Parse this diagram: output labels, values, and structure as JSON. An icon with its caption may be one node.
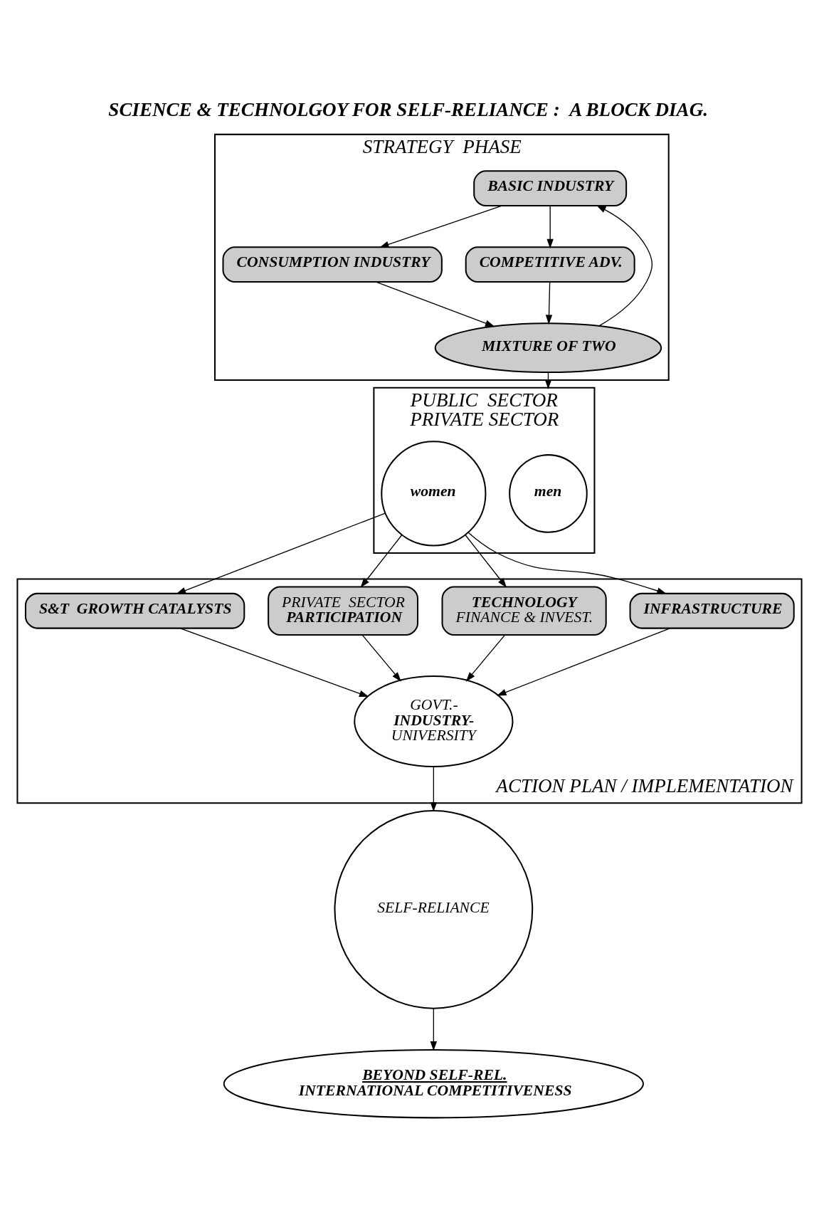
{
  "diagram": {
    "title": "SCIENCE & TECHNOLGOY FOR SELF-RELIANCE :  A BLOCK DIAG.",
    "nodes": [
      {
        "text": [
          "STRATEGY  PHASE"
        ]
      },
      {
        "text": [
          "BASIC INDUSTRY"
        ],
        "in": 0
      },
      {
        "text": [
          "CONSUMPTION INDUSTRY"
        ],
        "in": 0
      },
      {
        "text": [
          "COMPETITIVE ADV."
        ],
        "in": 0
      },
      {
        "text": [
          "MIXTURE OF TWO"
        ],
        "in": 0
      },
      {
        "text": [
          "PUBLIC  SECTOR",
          "PRIVATE SECTOR"
        ]
      },
      {
        "text": [
          "men"
        ],
        "in": 5
      },
      {
        "text": [
          "women"
        ],
        "in": 5
      },
      {
        "text": [
          "ACTION PLAN / IMPLEMENTATION"
        ]
      },
      {
        "text": [
          "INFRASTRUCTURE"
        ],
        "in": 8
      },
      {
        "text": [
          "TECHNOLOGY",
          "FINANCE & INVEST."
        ],
        "in": 8
      },
      {
        "text": [
          "PRIVATE  SECTOR",
          "PARTICIPATION"
        ],
        "in": 8
      },
      {
        "text": [
          "S&T  GROWTH CATALYSTS"
        ],
        "in": 8
      },
      {
        "text": [
          "GOVT.-",
          "INDUSTRY-",
          "UNIVERSITY"
        ],
        "in": 8
      },
      {
        "text": [
          "SELF-RELIANCE"
        ]
      },
      {
        "text": [
          "BEYOND SELF-REL.",
          "INTERNATIONAL COMPETITIVENESS"
        ]
      }
    ],
    "edges": [
      {
        "from": 1,
        "to": 2,
        "arrow": "to"
      },
      {
        "from": 1,
        "to": 3,
        "arrow": "to"
      },
      {
        "from": 2,
        "to": 4,
        "arrow": "to"
      },
      {
        "from": 3,
        "to": 4,
        "arrow": "to"
      },
      {
        "from": 4,
        "to": 1,
        "arrow": "to"
      },
      {
        "from": 4,
        "to": 5,
        "arrow": "to"
      },
      {
        "from": 7,
        "to": 9,
        "arrow": "to"
      },
      {
        "from": 7,
        "to": 10,
        "arrow": "to"
      },
      {
        "from": 7,
        "to": 11,
        "arrow": "to"
      },
      {
        "from": 7,
        "to": 12,
        "arrow": "to"
      },
      {
        "from": 9,
        "to": 13,
        "arrow": "to"
      },
      {
        "from": 10,
        "to": 13,
        "arrow": "to"
      },
      {
        "from": 11,
        "to": 13,
        "arrow": "to"
      },
      {
        "from": 12,
        "to": 13,
        "arrow": "to"
      },
      {
        "from": 13,
        "to": 14,
        "arrow": "to"
      },
      {
        "from": 14,
        "to": 15,
        "arrow": "to"
      }
    ]
  }
}
